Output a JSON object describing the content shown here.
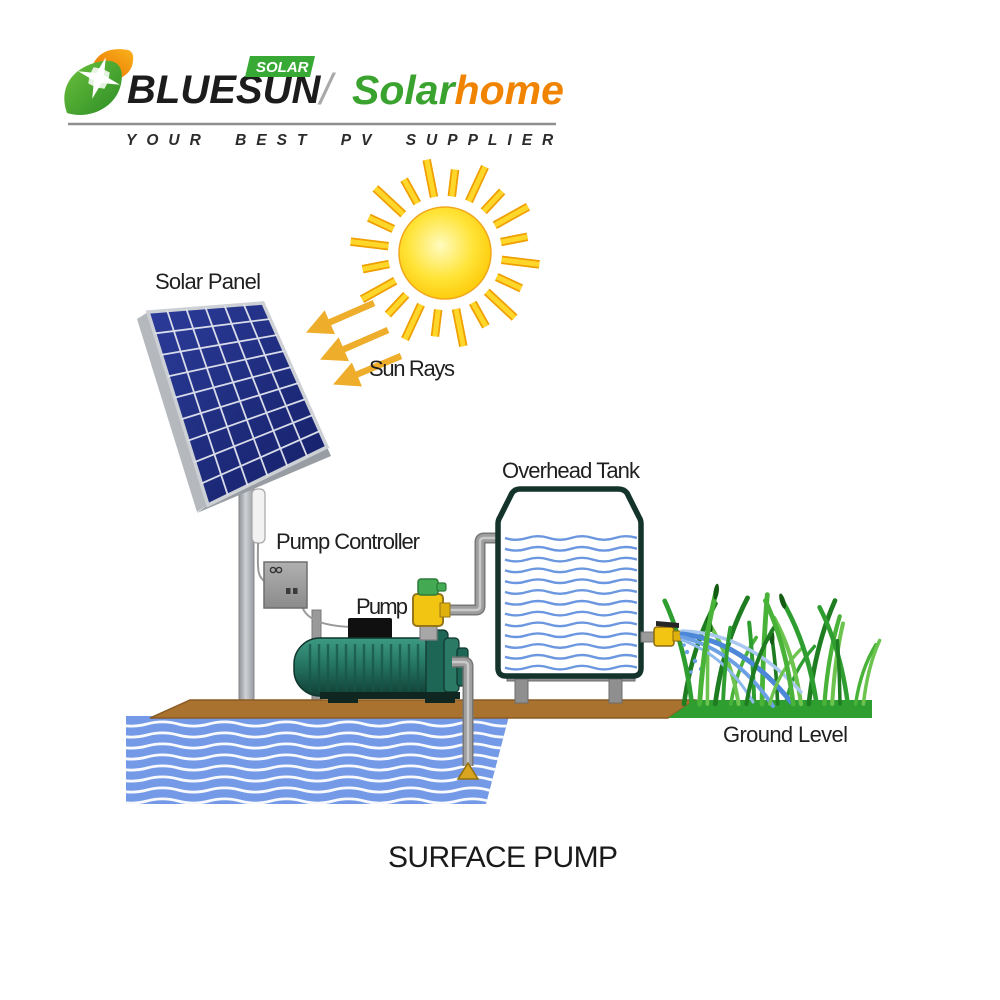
{
  "brand": {
    "name": "BLUESUN",
    "badge": "SOLAR",
    "divider": "/",
    "sub_green": "Solar",
    "sub_orange": "home",
    "tagline": "YOUR BEST PV SUPPLIER"
  },
  "diagram": {
    "labels": {
      "solar_panel": "Solar Panel",
      "sun_rays": "Sun Rays",
      "pump_controller": "Pump Controller",
      "pump": "Pump",
      "overhead_tank": "Overhead Tank",
      "ground_level": "Ground Level"
    },
    "title": "SURFACE PUMP",
    "colors": {
      "panel_blue": "#203189",
      "pump_teal": "#2a7f6b",
      "water_blue": "#7499e6",
      "tank_wave_blue": "#6b97e0",
      "grass_green": "#2f9e30",
      "ground_brown": "#a9732f",
      "sun_yellow": "#ffd321",
      "valve_yellow": "#f3c513",
      "brand_green": "#3aa92f",
      "brand_orange": "#f08300"
    }
  }
}
